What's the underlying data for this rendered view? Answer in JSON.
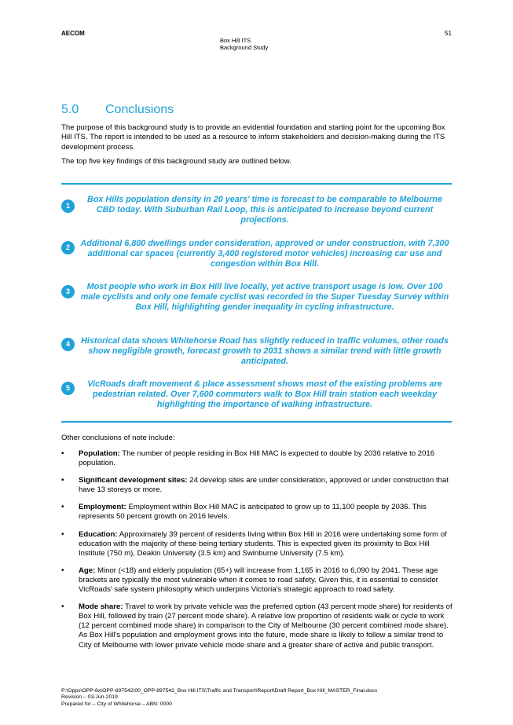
{
  "header": {
    "company": "AECOM",
    "page_number": "51",
    "doc_title_line1": "Box Hill ITS",
    "doc_title_line2": "Background Study"
  },
  "section": {
    "number": "5.0",
    "title": "Conclusions"
  },
  "intro": {
    "p1": "The purpose of this background study is to provide an evidential foundation and starting point for the upcoming Box Hill ITS. The report is intended to be used as a resource to inform stakeholders and decision-making during the ITS development process.",
    "p2": "The top five key findings of this background study are outlined below."
  },
  "findings": [
    {
      "num": "1",
      "text": "Box Hills population density in 20 years' time is forecast to be comparable to Melbourne CBD today. With Suburban Rail Loop, this is anticipated to increase beyond current projections."
    },
    {
      "num": "2",
      "text": "Additional 6,800 dwellings under consideration, approved or under construction, with 7,300 additional car spaces (currently 3,400 registered motor vehicles) increasing car use and congestion within Box Hill."
    },
    {
      "num": "3",
      "text": "Most people who work in Box Hill live locally, yet active transport usage is low. Over 100 male cyclists and only one female cyclist was recorded in the Super Tuesday Survey within Box Hill, highlighting gender inequality in cycling infrastructure."
    },
    {
      "num": "4",
      "text": "Historical data shows Whitehorse Road has slightly reduced in traffic volumes, other roads show negligible growth, forecast growth to 2031 shows a similar trend with little growth anticipated."
    },
    {
      "num": "5",
      "text": "VicRoads draft movement & place assessment shows most of the existing problems are pedestrian related. Over 7,600 commuters walk to Box Hill train station each weekday highlighting the importance of walking infrastructure."
    }
  ],
  "other_intro": "Other conclusions of note include:",
  "bullets": [
    {
      "term": "Population:",
      "text": " The number of people residing in Box Hill MAC is expected to double by 2036 relative to 2016 population."
    },
    {
      "term": "Significant development sites:",
      "text": " 24 develop sites are under consideration, approved or under construction that have 13 storeys or more."
    },
    {
      "term": "Employment:",
      "text": " Employment within Box Hill MAC is anticipated to grow up to 11,100 people by 2036. This represents 50 percent growth on 2016 levels."
    },
    {
      "term": "Education:",
      "text": " Approximately 39 percent of residents living within Box Hill in 2016 were undertaking some form of education with the majority of these being tertiary students. This is expected given its proximity to Box Hill Institute (750 m), Deakin University (3.5 km) and Swinburne University (7.5 km)."
    },
    {
      "term": "Age:",
      "text": " Minor (<18) and elderly population (65+) will increase from 1,165 in 2016 to 6,090 by 2041. These age brackets are typically the most vulnerable when it comes to road safety. Given this, it is essential to consider VicRoads' safe system philosophy which underpins Victoria's strategic approach to road safety."
    },
    {
      "term": "Mode share:",
      "text": " Travel to work by private vehicle was the preferred option (43 percent mode share) for residents of Box Hill, followed by train (27 percent mode share). A relative low proportion of residents walk or cycle to work (12 percent combined mode share) in comparison to the City of Melbourne (30 percent combined mode share). As Box Hill's population and employment grows into the future, mode share is likely to follow a similar trend to City of Melbourne with lower private vehicle mode share and a greater share of active and public transport."
    }
  ],
  "footer": {
    "path": "P:\\Opps\\OPP-8x\\OPP-897542\\00_OPP-897542_Box Hill ITS\\Traffic and Transport\\Report\\Draft Report_Box Hill_MASTER_Final.docx",
    "revision": "Revision – 03-Jun-2019",
    "prepared": "Prepared for – City of Whitehorse – ABN: 0000"
  },
  "colors": {
    "accent": "#1ea2d8"
  }
}
